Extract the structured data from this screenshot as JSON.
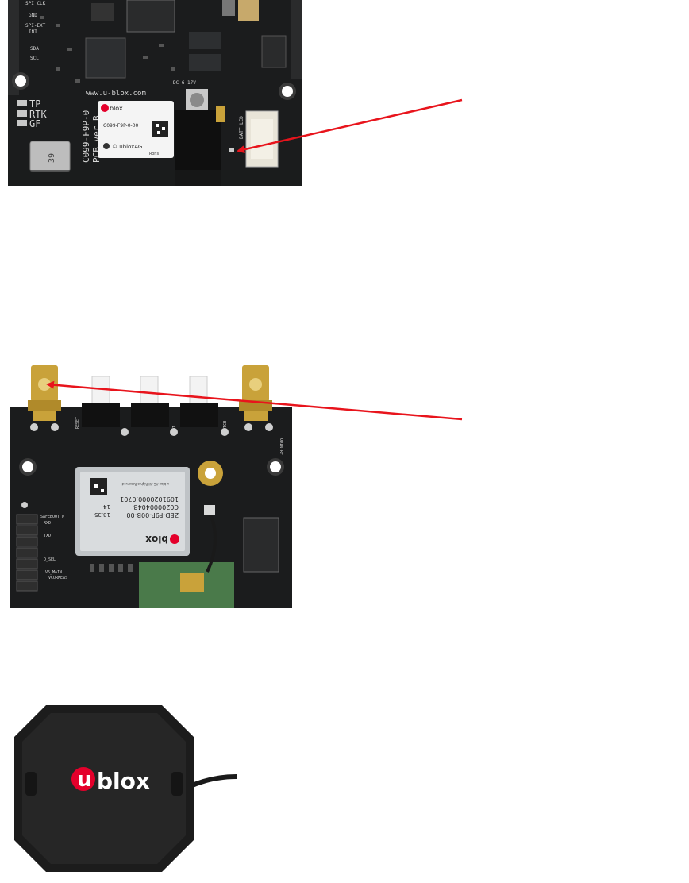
{
  "board_top": {
    "pin_labels": [
      "SPI CLK",
      "GND",
      "SPI-EXT",
      "INT",
      "SDA",
      "SCL"
    ],
    "led_labels": [
      "TP",
      "RTK",
      "GF"
    ],
    "website": "www.u-blox.com",
    "board_id": [
      "C099-F9P-0",
      "PCB ver.B"
    ],
    "module_brand": "blox",
    "module_part": "C099-F9P-0-00",
    "module_copyright": "© ubloxAG",
    "module_mark": "Rohs",
    "dc_label": "DC 6-17V",
    "batt_label": "BATT LED",
    "usb_number": "39"
  },
  "board_bottom": {
    "button_labels": [
      "RESET",
      "BOOT",
      "SWITCH"
    ],
    "module_lines": [
      "ZED-F9P-00B-00",
      "C020000404B",
      "1091020000.0701"
    ],
    "module_codes": [
      "18.35",
      "14"
    ],
    "module_brand": "blox",
    "module_small": "u-blox AG All Rights Reserved",
    "header_labels": [
      "SAFEBOOT_N",
      "RXD",
      "TXD",
      "D_SEL",
      "V5_MAIN",
      "VCURMEAS"
    ],
    "rf_label": "ODIN-RF"
  },
  "antenna": {
    "brand_letter": "u",
    "brand_rest": "blox"
  },
  "colors": {
    "annotation_arrow": "#e8141c",
    "pcb": "#1b1c1d",
    "gold": "#c9a23a",
    "brand_red": "#e4002b"
  }
}
